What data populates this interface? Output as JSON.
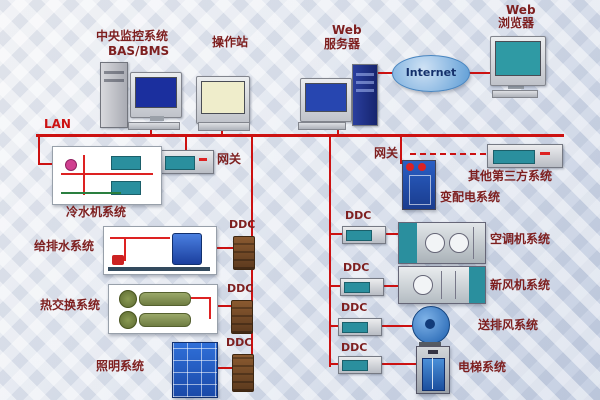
{
  "top": {
    "central_line1": "中央监控系统",
    "central_line2": "BAS/BMS",
    "operator": "操作站",
    "web_server_line1": "Web",
    "web_server_line2": "服务器",
    "internet": "Internet",
    "browser_line1": "Web",
    "browser_line2": "浏览器"
  },
  "network": {
    "lan_label": "LAN",
    "gateway_left": "网关",
    "gateway_right": "网关",
    "ddc_label": "DDC"
  },
  "systems": {
    "chiller": "冷水机系统",
    "water_supply": "给排水系统",
    "heat_exchange": "热交换系统",
    "lighting": "照明系统",
    "third_party": "其他第三方系统",
    "power_distribution": "变配电系统",
    "air_conditioning": "空调机系统",
    "fresh_air": "新风机系统",
    "exhaust_fan": "送排风系统",
    "elevator": "电梯系统"
  },
  "colors": {
    "line_red": "#cc1111",
    "label_maroon": "#7e1f1f",
    "cloud_blue": "#5b9bd5",
    "screen_blue": "#1b2f9e",
    "teal_panel": "#2a8f9e"
  }
}
